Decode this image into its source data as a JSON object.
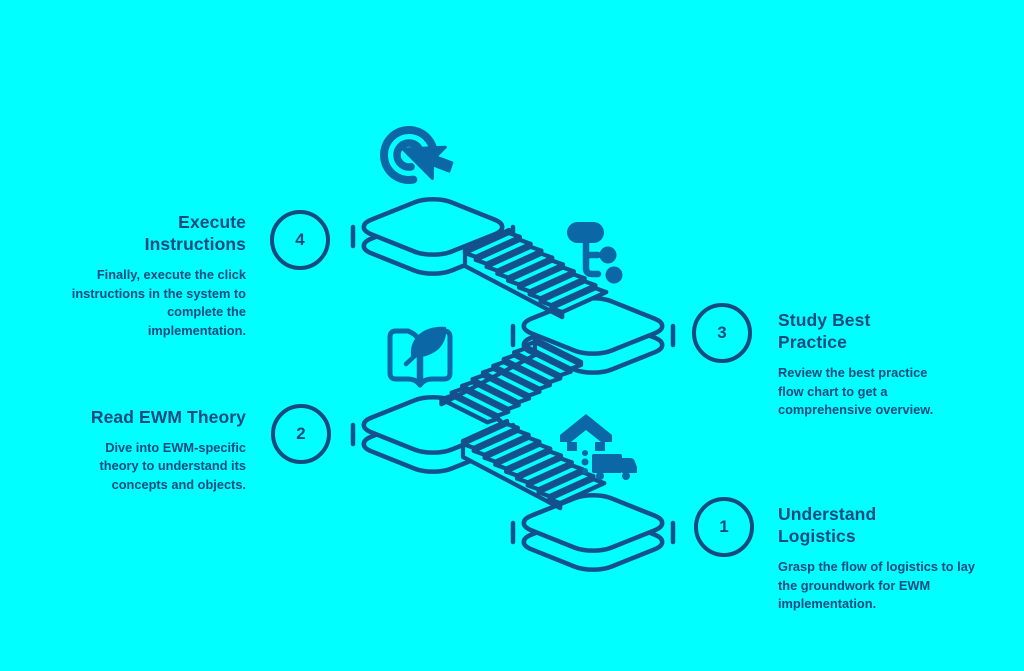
{
  "colors": {
    "background": "#00ffff",
    "text": "#154a7e",
    "line": "#14518c",
    "icon": "#0c67a6"
  },
  "steps": [
    {
      "number": "1",
      "title": "Understand Logistics",
      "description": "Grasp the flow of logistics to lay the groundwork for EWM implementation.",
      "icon": "warehouse-truck-icon"
    },
    {
      "number": "2",
      "title": "Read EWM Theory",
      "description": "Dive into EWM-specific theory to understand its concepts and objects.",
      "icon": "book-leaf-icon"
    },
    {
      "number": "3",
      "title": "Study Best Practice",
      "description": "Review the best practice flow chart to get a comprehensive overview.",
      "icon": "flowchart-icon"
    },
    {
      "number": "4",
      "title": "Execute Instructions",
      "description": "Finally, execute the click instructions in the system to complete the implementation.",
      "icon": "click-cursor-icon"
    }
  ]
}
